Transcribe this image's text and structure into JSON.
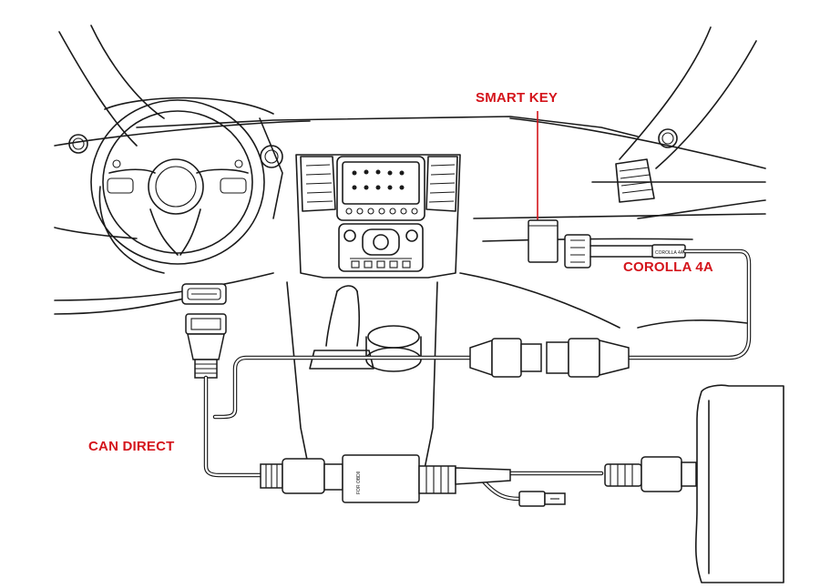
{
  "labels": {
    "smart_key": "SMART KEY",
    "corolla": "COROLLA 4A",
    "can_direct": "CAN DIRECT"
  },
  "connector_text": {
    "obd_plug": "FOR OBDII",
    "corolla_tag": "COROLLA 4A"
  },
  "colors": {
    "label_red": "#d4141b",
    "line": "#1a1a1a"
  }
}
